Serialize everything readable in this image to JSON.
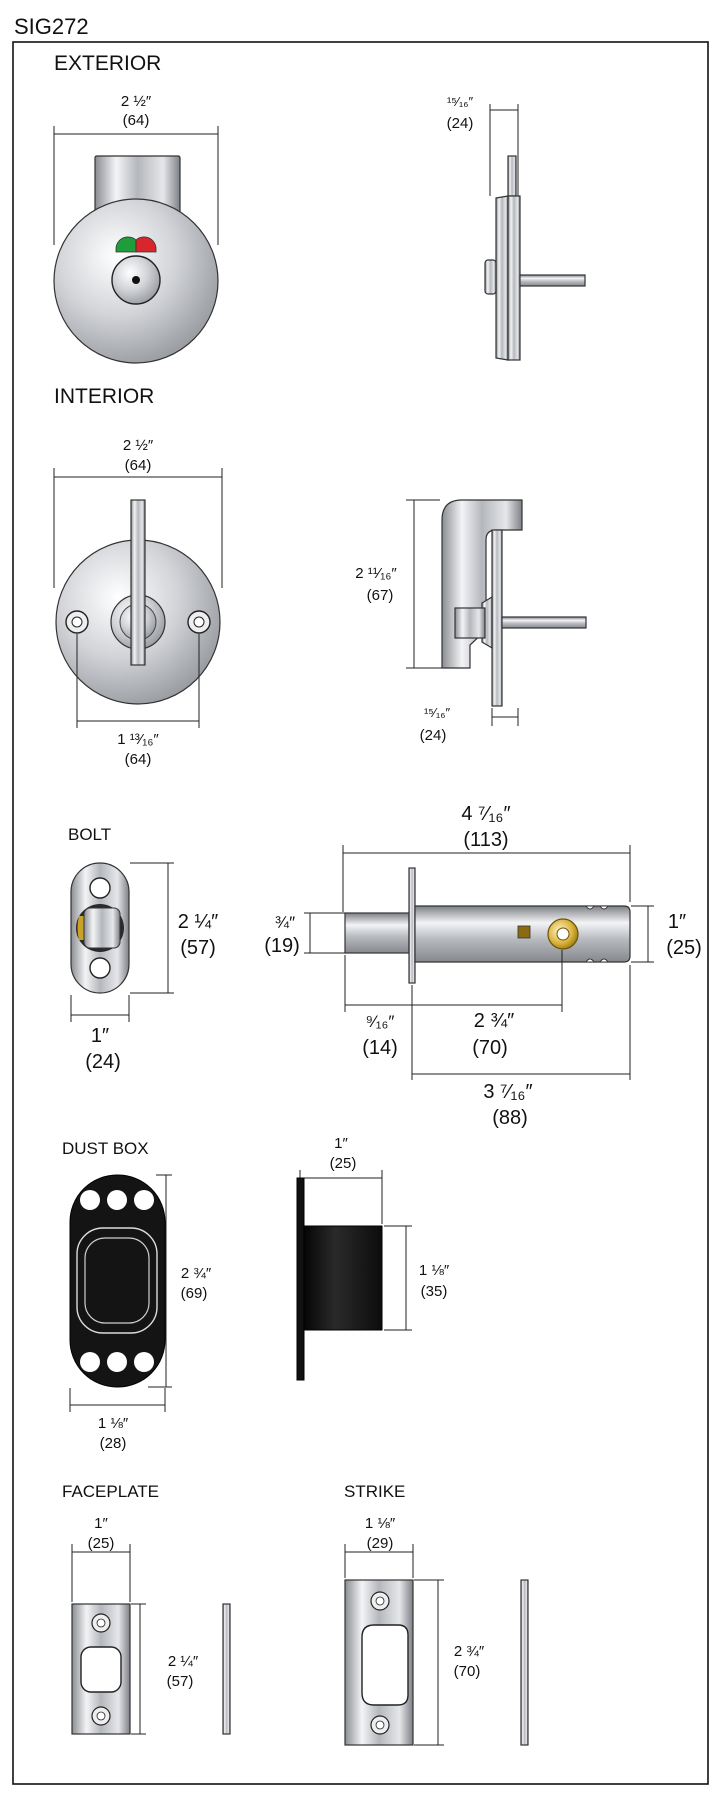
{
  "model": "SIG272",
  "sections": {
    "exterior": "EXTERIOR",
    "interior": "INTERIOR",
    "bolt": "BOLT",
    "dust_box": "DUST BOX",
    "faceplate": "FACEPLATE",
    "strike": "STRIKE"
  },
  "dims": {
    "ext_width": {
      "imp": "2 ½″",
      "mm": "(64)"
    },
    "ext_side": {
      "imp": "¹⁵⁄₁₆″",
      "mm": "(24)"
    },
    "int_width": {
      "imp": "2 ½″",
      "mm": "(64)"
    },
    "int_height": {
      "imp": "2 ¹¹⁄₁₆″",
      "mm": "(67)"
    },
    "int_holes": {
      "imp": "1 ¹³⁄₁₆″",
      "mm": "(64)"
    },
    "int_side": {
      "imp": "¹⁵⁄₁₆″",
      "mm": "(24)"
    },
    "bolt_height": {
      "imp": "2 ¼″",
      "mm": "(57)"
    },
    "bolt_width": {
      "imp": "1″",
      "mm": "(24)"
    },
    "bolt_length": {
      "imp": "4 ⁷⁄₁₆″",
      "mm": "(113)"
    },
    "bolt_tail": {
      "imp": "¾″",
      "mm": "(19)"
    },
    "bolt_body": {
      "imp": "1″",
      "mm": "(25)"
    },
    "bolt_face": {
      "imp": "⁹⁄₁₆″",
      "mm": "(14)"
    },
    "bolt_mid": {
      "imp": "2 ¾″",
      "mm": "(70)"
    },
    "bolt_backset": {
      "imp": "3 ⁷⁄₁₆″",
      "mm": "(88)"
    },
    "dust_height": {
      "imp": "2 ¾″",
      "mm": "(69)"
    },
    "dust_width": {
      "imp": "1 ⅛″",
      "mm": "(28)"
    },
    "dust_depth": {
      "imp": "1″",
      "mm": "(25)"
    },
    "dust_side_h": {
      "imp": "1 ⅛″",
      "mm": "(35)"
    },
    "face_width": {
      "imp": "1″",
      "mm": "(25)"
    },
    "face_height": {
      "imp": "2 ¼″",
      "mm": "(57)"
    },
    "strike_width": {
      "imp": "1 ⅛″",
      "mm": "(29)"
    },
    "strike_height": {
      "imp": "2 ¾″",
      "mm": "(70)"
    }
  },
  "colors": {
    "indicator_green": "#1f9d3a",
    "indicator_red": "#d8262c",
    "brass": "#c9a227",
    "dust_box": "#141414"
  }
}
